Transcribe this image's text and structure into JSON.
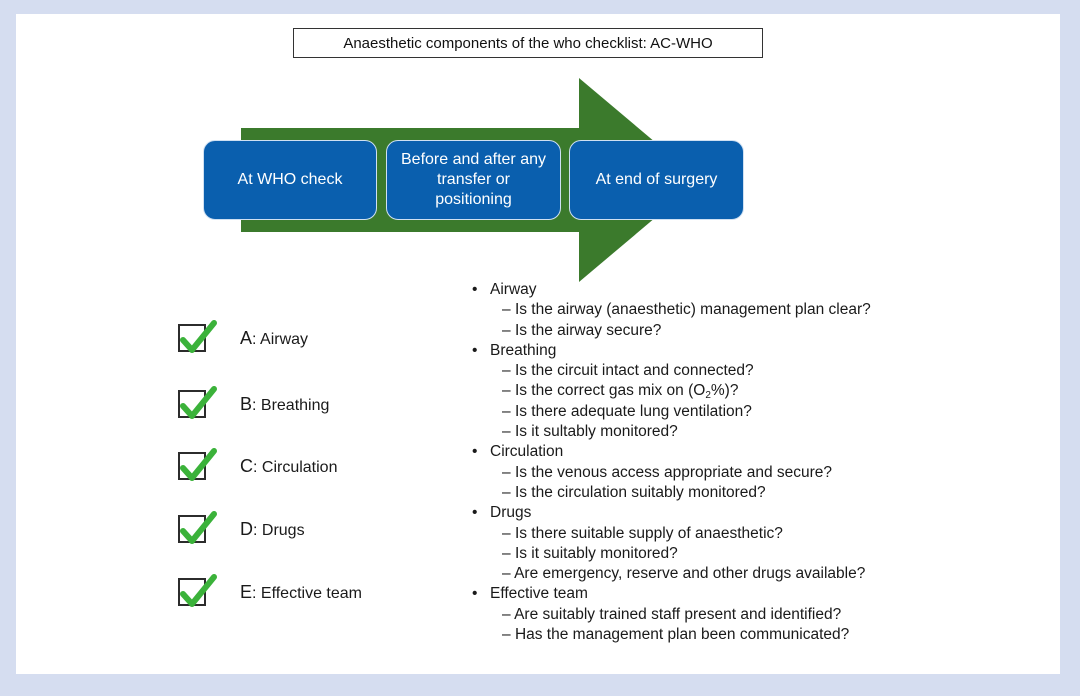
{
  "title": "Anaesthetic components of the who checklist: AC-WHO",
  "colors": {
    "arrow": "#3b7a2c",
    "stage_box": "#0a5fae",
    "check": "#3bb23a",
    "page_border": "#d5ddf0"
  },
  "stages": [
    {
      "label": "At WHO check"
    },
    {
      "label": "Before and after any transfer or positioning"
    },
    {
      "label": "At end of surgery"
    }
  ],
  "checklist": [
    {
      "letter": "A",
      "label": ": Airway",
      "icon": "checkbox-checked-icon"
    },
    {
      "letter": "B",
      "label": ": Breathing",
      "icon": "checkbox-checked-icon"
    },
    {
      "letter": "C",
      "label": ": Circulation",
      "icon": "checkbox-checked-icon"
    },
    {
      "letter": "D",
      "label": ": Drugs",
      "icon": "checkbox-checked-icon"
    },
    {
      "letter": "E",
      "label": ": Effective team",
      "icon": "checkbox-checked-icon"
    }
  ],
  "details": [
    {
      "category": "Airway",
      "questions": [
        "Is the airway (anaesthetic) management plan clear?",
        "Is the airway secure?"
      ]
    },
    {
      "category": "Breathing",
      "questions": [
        "Is the circuit intact and connected?",
        {
          "before": "Is the correct gas mix on (O",
          "sub": "2",
          "after": "%)?"
        },
        "Is there adequate lung ventilation?",
        "Is it sultably monitored?"
      ]
    },
    {
      "category": "Circulation",
      "questions": [
        "Is the venous access appropriate and secure?",
        "Is the circulation suitably monitored?"
      ]
    },
    {
      "category": "Drugs",
      "questions": [
        "Is there suitable supply of anaesthetic?",
        "Is it suitably monitored?",
        "Are emergency, reserve and other drugs available?"
      ]
    },
    {
      "category": "Effective team",
      "questions": [
        "Are suitably trained staff present and identified?",
        "Has the management plan been communicated?"
      ]
    }
  ]
}
